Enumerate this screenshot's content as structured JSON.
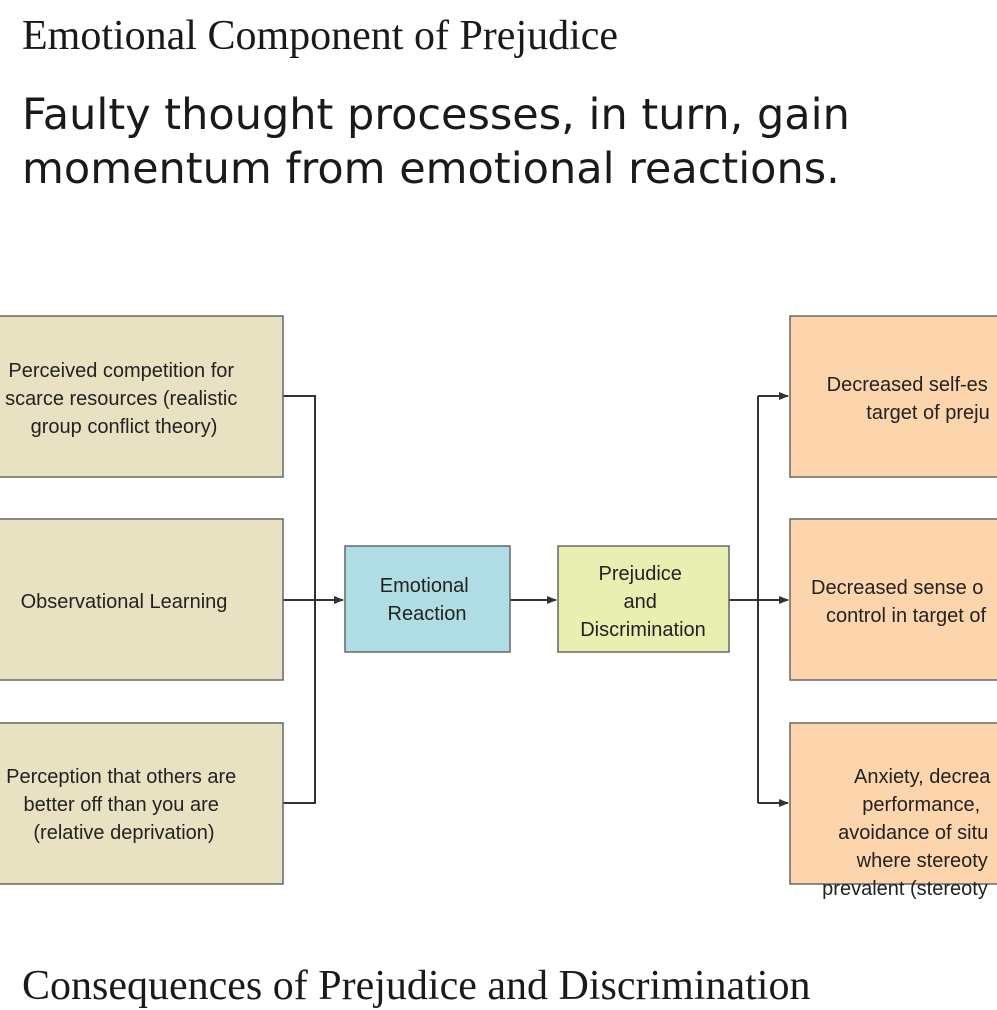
{
  "title": "Emotional Component of Prejudice",
  "intro": {
    "line1": "Faulty thought processes, in turn, gain",
    "line2": "momentum from emotional reactions."
  },
  "diagram": {
    "causes": [
      {
        "lines": [
          "Perceived competition for",
          "scarce resources (realistic",
          "group conflict theory)"
        ]
      },
      {
        "lines": [
          "Observational Learning"
        ]
      },
      {
        "lines": [
          "Perception that others are",
          "better off than you are",
          "(relative deprivation)"
        ]
      }
    ],
    "emotional_reaction": {
      "lines": [
        "Emotional",
        "Reaction"
      ]
    },
    "prejudice": {
      "lines": [
        "Prejudice",
        "and",
        "Discrimination"
      ]
    },
    "consequences": [
      {
        "lines": [
          "Decreased self-es",
          "target of preju"
        ]
      },
      {
        "lines": [
          "Decreased sense o",
          "control in target of"
        ]
      },
      {
        "lines": [
          "Anxiety, decrea",
          "performance,",
          "avoidance of situ",
          "where stereoty",
          "prevalent (stereoty"
        ]
      }
    ],
    "colors": {
      "cause_fill": "#e8e2c3",
      "emotion_fill": "#b0dde3",
      "prejudice_fill": "#e8efb0",
      "consequence_fill": "#fdd5ac",
      "line": "#333333"
    }
  },
  "next_heading": "Consequences of Prejudice and Discrimination"
}
